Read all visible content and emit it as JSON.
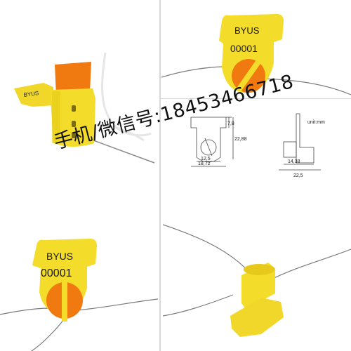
{
  "seal": {
    "brand": "BYUS",
    "serial": "00001"
  },
  "drawing": {
    "unit_label": "unit:mm",
    "dims": [
      "7,8",
      "22,88",
      "12,5",
      "18,72",
      "14,38",
      "22,5"
    ]
  },
  "overlay_text": "手机/微信号:18453466718",
  "colors": {
    "seal_yellow": "#f3dc2a",
    "rotor_orange": "#f07a10",
    "wire": "#7a7a7a",
    "nylon_line": "#e8e8e8"
  }
}
